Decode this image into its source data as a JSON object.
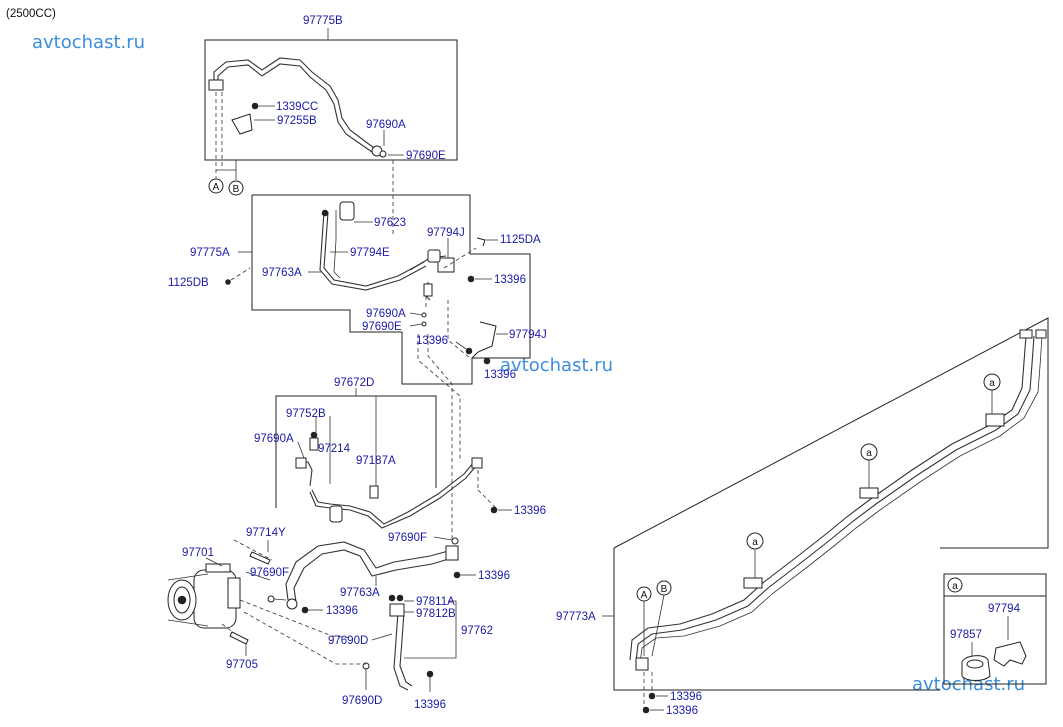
{
  "header": {
    "variant": "(2500CC)"
  },
  "watermark": "avtochast.ru",
  "labels": {
    "l97775B": "97775B",
    "l1339CC": "1339CC",
    "l97255B": "97255B",
    "l97690A_top": "97690A",
    "l97690E_top": "97690E",
    "l97623": "97623",
    "l97794J_a": "97794J",
    "l1125DA": "1125DA",
    "l97775A": "97775A",
    "l97794E": "97794E",
    "l97763A_mid": "97763A",
    "l13396_a": "13396",
    "l1125DB": "1125DB",
    "l97690A_mid": "97690A",
    "l97690E_mid": "97690E",
    "l97794J_b": "97794J",
    "l13396_b": "13396",
    "l13396_c": "13396",
    "l97672D": "97672D",
    "l97752B": "97752B",
    "l97690A_low": "97690A",
    "l97214": "97214",
    "l97187A": "97187A",
    "l13396_d": "13396",
    "l97714Y": "97714Y",
    "l97701": "97701",
    "l97690F_a": "97690F",
    "l97690F_b": "97690F",
    "l13396_e": "13396",
    "l97763A_low": "97763A",
    "l13396_f": "13396",
    "l97811A": "97811A",
    "l97812B": "97812B",
    "l97762": "97762",
    "l97690D_a": "97690D",
    "l97705": "97705",
    "l97690D_b": "97690D",
    "l13396_g": "13396",
    "l97773A": "97773A",
    "l13396_h": "13396",
    "l13396_i": "13396",
    "l97794": "97794",
    "l97857": "97857"
  },
  "callouts": {
    "A": "A",
    "B": "B",
    "a": "a"
  },
  "colors": {
    "label_text": "#1a1aa6",
    "watermark": "#3b8edb",
    "line": "#222222",
    "background": "#ffffff"
  }
}
